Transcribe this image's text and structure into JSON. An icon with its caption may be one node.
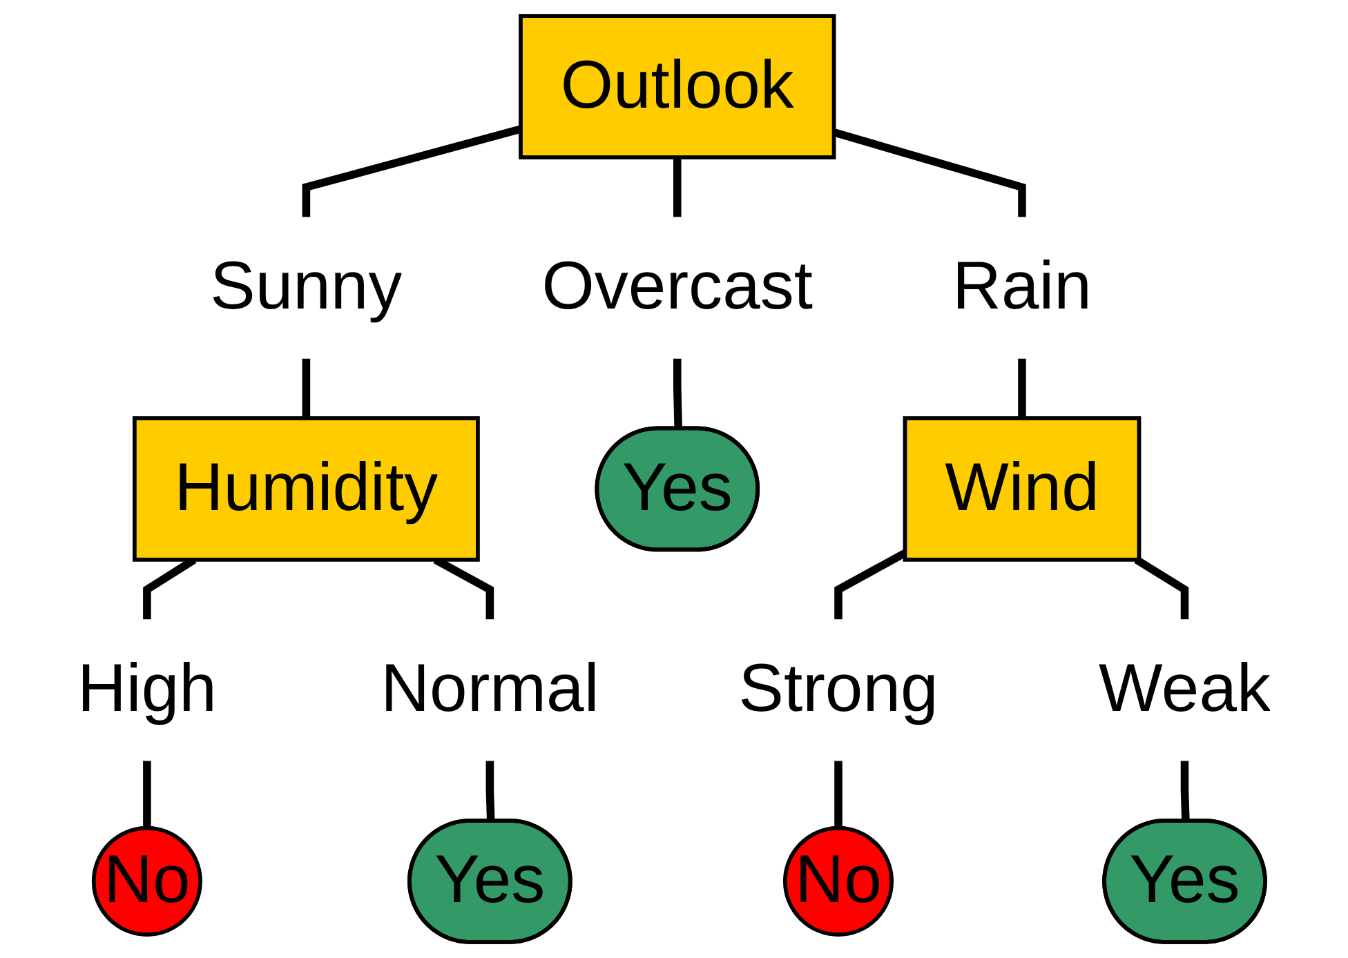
{
  "diagram": {
    "nodes": [
      {
        "text": [
          "Outlook"
        ]
      },
      {
        "text": [
          "Sunny"
        ]
      },
      {
        "text": [
          "Overcast"
        ]
      },
      {
        "text": [
          "Rain"
        ]
      },
      {
        "text": [
          "Humidity"
        ]
      },
      {
        "text": [
          "Yes"
        ]
      },
      {
        "text": [
          "Wind"
        ]
      },
      {
        "text": [
          "High"
        ]
      },
      {
        "text": [
          "Normal"
        ]
      },
      {
        "text": [
          "Strong"
        ]
      },
      {
        "text": [
          "Weak"
        ]
      },
      {
        "text": [
          "No"
        ]
      },
      {
        "text": [
          "Yes"
        ]
      },
      {
        "text": [
          "No"
        ]
      },
      {
        "text": [
          "Yes"
        ]
      }
    ],
    "edges": [
      {
        "from": 0,
        "to": 1,
        "arrow": "none"
      },
      {
        "from": 0,
        "to": 2,
        "arrow": "none"
      },
      {
        "from": 0,
        "to": 3,
        "arrow": "none"
      },
      {
        "from": 1,
        "to": 4,
        "arrow": "none"
      },
      {
        "from": 2,
        "to": 5,
        "arrow": "none"
      },
      {
        "from": 3,
        "to": 6,
        "arrow": "none"
      },
      {
        "from": 4,
        "to": 7,
        "arrow": "none"
      },
      {
        "from": 4,
        "to": 8,
        "arrow": "none"
      },
      {
        "from": 6,
        "to": 9,
        "arrow": "none"
      },
      {
        "from": 6,
        "to": 10,
        "arrow": "none"
      },
      {
        "from": 7,
        "to": 11,
        "arrow": "none"
      },
      {
        "from": 8,
        "to": 12,
        "arrow": "none"
      },
      {
        "from": 9,
        "to": 13,
        "arrow": "none"
      },
      {
        "from": 10,
        "to": 14,
        "arrow": "none"
      }
    ]
  }
}
